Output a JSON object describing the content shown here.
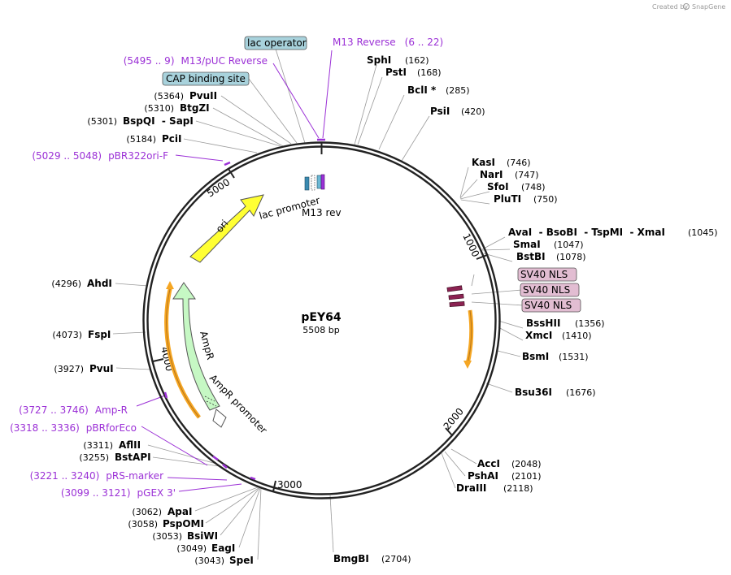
{
  "brand": {
    "created_by": "Created by",
    "product": "SnapGene"
  },
  "plasmid": {
    "name": "pEY64",
    "size": "5508 bp"
  },
  "ticks": [
    "1000",
    "2000",
    "3000",
    "4000",
    "5000"
  ],
  "sites": [
    {
      "name": "SphI",
      "pos": "(162)"
    },
    {
      "name": "PstI",
      "pos": "(168)"
    },
    {
      "name": "BclI *",
      "pos": "(285)"
    },
    {
      "name": "PsiI",
      "pos": "(420)"
    },
    {
      "name": "KasI",
      "pos": "(746)"
    },
    {
      "name": "NarI",
      "pos": "(747)"
    },
    {
      "name": "SfoI",
      "pos": "(748)"
    },
    {
      "name": "PluTI",
      "pos": "(750)"
    },
    {
      "name": "AvaI  - BsoBI  - TspMI  - XmaI",
      "pos": "(1045)"
    },
    {
      "name": "SmaI",
      "pos": "(1047)"
    },
    {
      "name": "BstBI",
      "pos": "(1078)"
    },
    {
      "name": "BssHII",
      "pos": "(1356)"
    },
    {
      "name": "XmcI",
      "pos": "(1410)"
    },
    {
      "name": "BsmI",
      "pos": "(1531)"
    },
    {
      "name": "Bsu36I",
      "pos": "(1676)"
    },
    {
      "name": "AccI",
      "pos": "(2048)"
    },
    {
      "name": "PshAI",
      "pos": "(2101)"
    },
    {
      "name": "DraIII",
      "pos": "(2118)"
    },
    {
      "name": "BmgBI",
      "pos": "(2704)"
    },
    {
      "name": "SpeI",
      "pos": "(3043)"
    },
    {
      "name": "EagI",
      "pos": "(3049)"
    },
    {
      "name": "BsiWI",
      "pos": "(3053)"
    },
    {
      "name": "PspOMI",
      "pos": "(3058)"
    },
    {
      "name": "ApaI",
      "pos": "(3062)"
    },
    {
      "name": "BstAPI",
      "pos": "(3255)"
    },
    {
      "name": "AflII",
      "pos": "(3311)"
    },
    {
      "name": "PvuI",
      "pos": "(3927)"
    },
    {
      "name": "FspI",
      "pos": "(4073)"
    },
    {
      "name": "AhdI",
      "pos": "(4296)"
    },
    {
      "name": "PciI",
      "pos": "(5184)"
    },
    {
      "name": "BspQI  - SapI",
      "pos": "(5301)"
    },
    {
      "name": "BtgZI",
      "pos": "(5310)"
    },
    {
      "name": "PvuII",
      "pos": "(5364)"
    }
  ],
  "primers": [
    {
      "name": "M13 Reverse",
      "range": "(6 .. 22)"
    },
    {
      "name": "M13/pUC Reverse",
      "range": "(5495 .. 9)"
    },
    {
      "name": "pBR322ori-F",
      "range": "(5029 .. 5048)"
    },
    {
      "name": "Amp-R",
      "range": "(3727 .. 3746)"
    },
    {
      "name": "pBRforEco",
      "range": "(3318 .. 3336)"
    },
    {
      "name": "pRS-marker",
      "range": "(3221 .. 3240)"
    },
    {
      "name": "pGEX 3'",
      "range": "(3099 .. 3121)"
    }
  ],
  "boxed_features": [
    {
      "name": "lac operator",
      "color": "#a8d2dc"
    },
    {
      "name": "CAP binding site",
      "color": "#a8d2dc"
    },
    {
      "name": "SV40 NLS",
      "color": "#e2bdd2"
    },
    {
      "name": "SV40 NLS",
      "color": "#e2bdd2"
    },
    {
      "name": "SV40 NLS",
      "color": "#e2bdd2"
    }
  ],
  "inner_features": {
    "lac_promoter": "lac promoter",
    "m13_rev": "M13 rev",
    "ori": "ori",
    "ampr": "AmpR",
    "ampr_promoter": "AmpR promoter"
  },
  "colors": {
    "backbone": "#222222",
    "primer": "#9b30d6",
    "ori": "#ffff33",
    "ampr": "#c6f8c4",
    "orf": "#f5a623",
    "nls": "#8b2252",
    "feature_box_blue": "#a8d2dc",
    "feature_box_pink": "#e2bdd2"
  }
}
